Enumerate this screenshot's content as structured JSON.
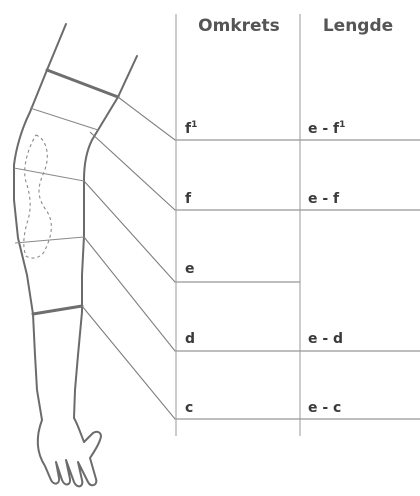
{
  "headers": {
    "circumference": "Omkrets",
    "length": "Lengde"
  },
  "rows": [
    {
      "circumference": "f",
      "circumference_sup": "1",
      "length": "e - f",
      "length_sup": "1"
    },
    {
      "circumference": "f",
      "circumference_sup": "",
      "length": "e - f",
      "length_sup": ""
    },
    {
      "circumference": "e",
      "circumference_sup": "",
      "length": "",
      "length_sup": ""
    },
    {
      "circumference": "d",
      "circumference_sup": "",
      "length": "e - d",
      "length_sup": ""
    },
    {
      "circumference": "c",
      "circumference_sup": "",
      "length": "e - c",
      "length_sup": ""
    }
  ],
  "colors": {
    "line": "#7d7d7d",
    "text": "#3a3a3a",
    "header_text": "#555555"
  }
}
